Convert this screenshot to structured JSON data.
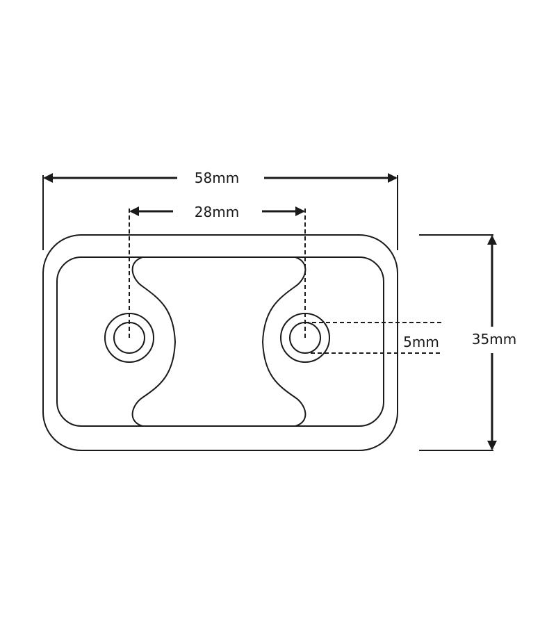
{
  "diagram": {
    "dimensions": {
      "overall_width": "58mm",
      "hole_spacing": "28mm",
      "hole_diameter": "5mm",
      "overall_height": "35mm"
    },
    "colors": {
      "line": "#1a1a1a",
      "background": "#ffffff"
    }
  }
}
